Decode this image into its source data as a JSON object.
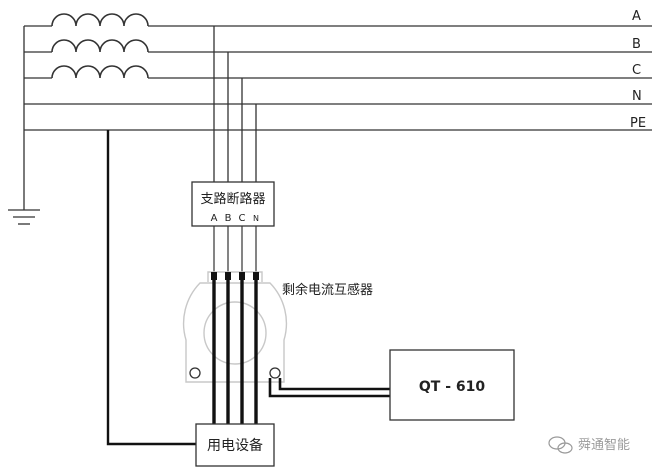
{
  "bus_labels": {
    "a": "A",
    "b": "B",
    "c": "C",
    "n": "N",
    "pe": "PE"
  },
  "breaker": {
    "title": "支路断路器",
    "terminals": {
      "a": "A",
      "b": "B",
      "c": "C",
      "n": "N"
    }
  },
  "ct_label": "剩余电流互感器",
  "device_label": "用电设备",
  "monitor_label": "QT - 610",
  "watermark": "舜通智能",
  "colors": {
    "line": "#111111",
    "thin_line": "#333333",
    "ct_outline": "#c8c8c8",
    "watermark": "#9a9a9a"
  }
}
